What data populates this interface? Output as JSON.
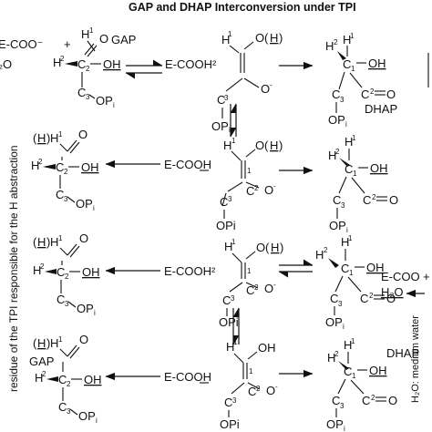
{
  "title": "GAP and DHAP Interconversion under TPI",
  "side_labels": {
    "left": "residue of the TPI responsible for the H abstraction",
    "right": "H₂O: medium water"
  },
  "enzyme_labels": {
    "e_cooh2": "E-COOH²",
    "e_cooh": "E-COOH",
    "e_coo_minus": "E-COO⁻",
    "e_coo": "E-COO",
    "water": "H₂O",
    "plus": "+"
  },
  "atoms": {
    "h": "H",
    "o": "O",
    "c": "C",
    "opi": "OPi",
    "op": "OP",
    "oh": "OH",
    "o_minus": "O⁻",
    "eq": "=",
    "h2o_frag": "₂O"
  },
  "subscripts": {
    "one": "1",
    "two": "2",
    "three": "3",
    "i": "i",
    "minus": "-"
  },
  "molecules": {
    "gap": "GAP",
    "dhap": "DHAP"
  },
  "colors": {
    "ink": "#111111",
    "background": "#ffffff"
  }
}
